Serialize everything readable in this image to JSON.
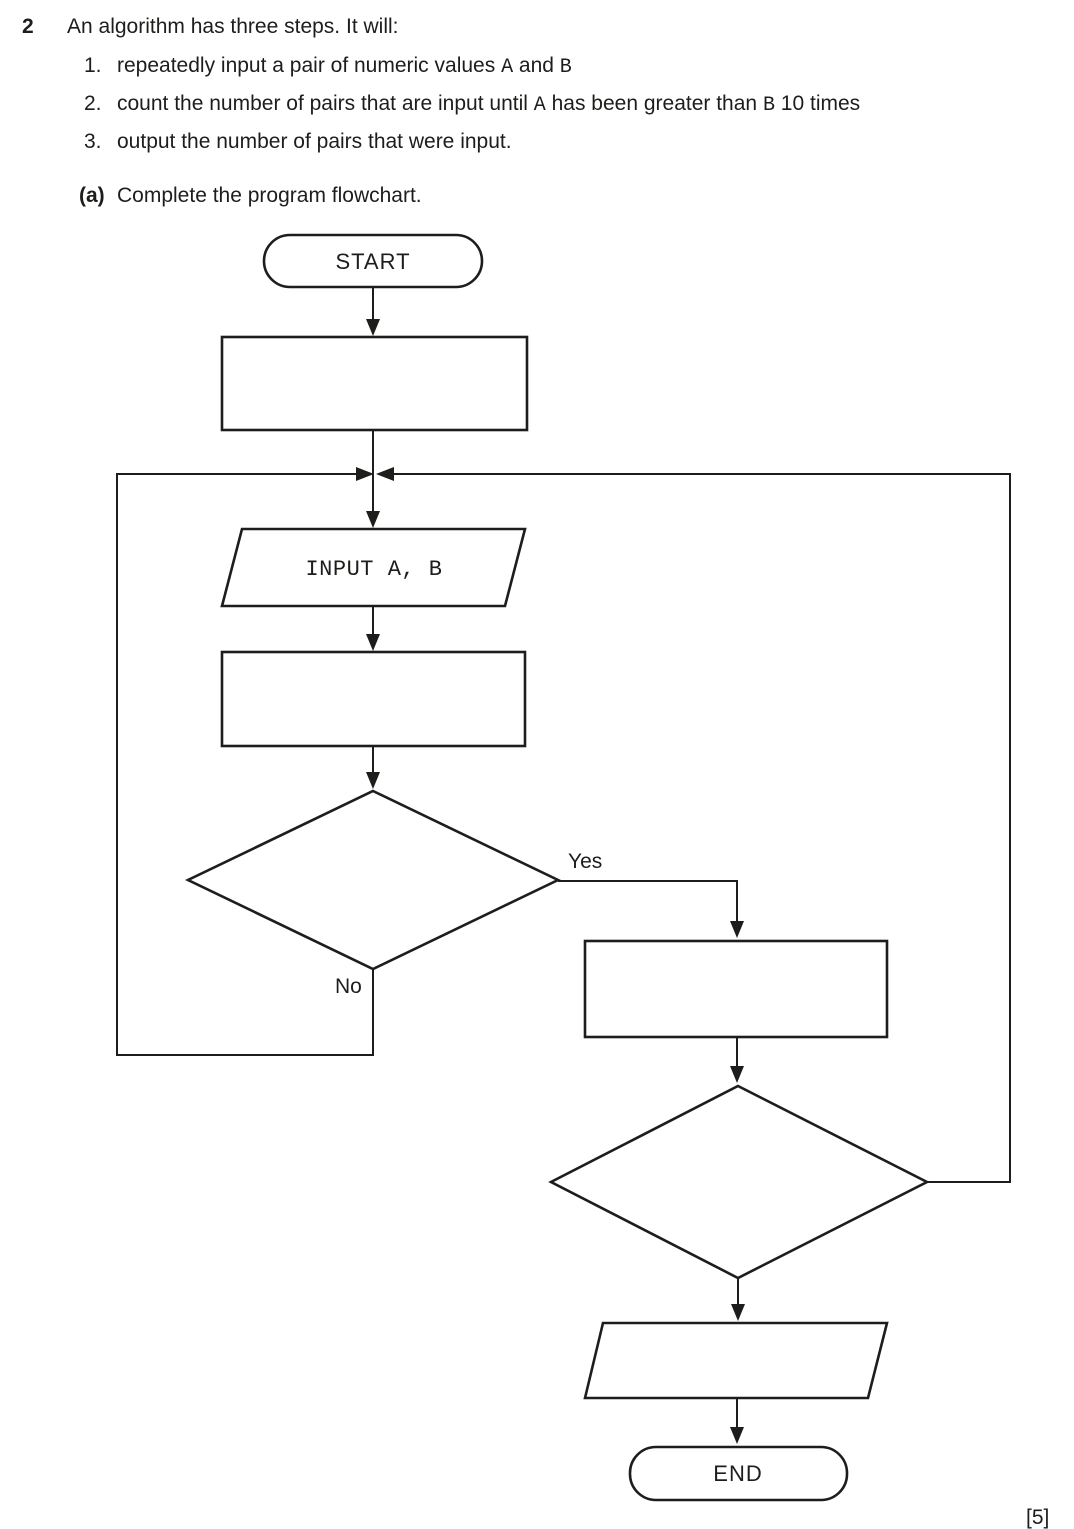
{
  "question": {
    "number": "2",
    "intro": "An algorithm has three steps. It will:",
    "steps": [
      {
        "num": "1.",
        "pre": "repeatedly input a pair of numeric values ",
        "code1": "A",
        "mid": " and ",
        "code2": "B",
        "post": ""
      },
      {
        "num": "2.",
        "pre": "count the number of pairs that are input until ",
        "code1": "A",
        "mid": " has been greater than ",
        "code2": "B",
        "post": " 10 times"
      },
      {
        "num": "3.",
        "pre": "output the number of pairs that were input.",
        "code1": "",
        "mid": "",
        "code2": "",
        "post": ""
      }
    ],
    "part": {
      "label": "(a)",
      "text": "Complete the program flowchart."
    },
    "marks": "[5]"
  },
  "flowchart": {
    "start_label": "START",
    "input_label": "INPUT A, B",
    "yes_label": "Yes",
    "no_label": "No",
    "end_label": "END",
    "line_color": "#1d1d1b"
  }
}
